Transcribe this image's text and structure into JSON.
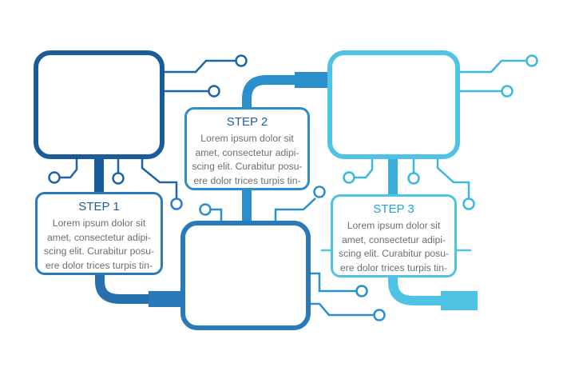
{
  "steps": [
    {
      "title": "STEP 1",
      "body": [
        "Lorem ipsum dolor sit",
        "amet, consectetur adipi-",
        "scing elit. Curabitur posu-",
        "ere dolor trices turpis tin-"
      ],
      "color": "#1f5f9e"
    },
    {
      "title": "STEP 2",
      "body": [
        "Lorem ipsum dolor sit",
        "amet, consectetur adipi-",
        "scing elit. Curabitur posu-",
        "ere dolor trices turpis tin-"
      ],
      "color": "#1f5f9e"
    },
    {
      "title": "STEP 3",
      "body": [
        "Lorem ipsum dolor sit",
        "amet, consectetur adipi-",
        "scing elit. Curabitur posu-",
        "ere dolor trices turpis tin-"
      ],
      "color": "#1fa3cf"
    }
  ],
  "colors": {
    "dark_blue": "#1a5c9a",
    "mid_blue": "#2a8fca",
    "light_cyan": "#4fc3e4",
    "body_text": "#6e6e6e"
  }
}
